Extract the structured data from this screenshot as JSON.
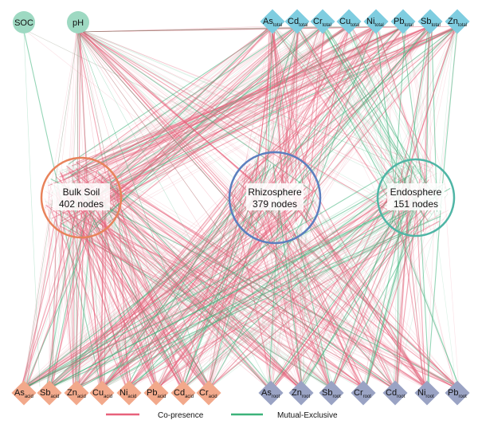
{
  "colors": {
    "co_presence": "#e8627c",
    "mutual_exclusive": "#3cb37a",
    "bulk_soil": "#e8825a",
    "rhizosphere": "#5b7fbf",
    "endosphere": "#4fb5a5",
    "top_circle": "#9ed9c2",
    "total_diamond": "#7fcde0",
    "acid_diamond": "#f2a98b",
    "root_diamond": "#9aa3c4"
  },
  "circle_nodes": [
    {
      "label": "SOC"
    },
    {
      "label": "pH"
    }
  ],
  "total_nodes": [
    {
      "el": "As",
      "sub": "total"
    },
    {
      "el": "Cd",
      "sub": "total"
    },
    {
      "el": "Cr",
      "sub": "total"
    },
    {
      "el": "Cu",
      "sub": "total"
    },
    {
      "el": "Ni",
      "sub": "total"
    },
    {
      "el": "Pb",
      "sub": "total"
    },
    {
      "el": "Sb",
      "sub": "total"
    },
    {
      "el": "Zn",
      "sub": "total"
    }
  ],
  "acid_nodes": [
    {
      "el": "As",
      "sub": "acid"
    },
    {
      "el": "Sb",
      "sub": "acid"
    },
    {
      "el": "Zn",
      "sub": "acid"
    },
    {
      "el": "Cu",
      "sub": "acid"
    },
    {
      "el": "Ni",
      "sub": "acid"
    },
    {
      "el": "Pb",
      "sub": "acid"
    },
    {
      "el": "Cd",
      "sub": "acid"
    },
    {
      "el": "Cr",
      "sub": "acid"
    }
  ],
  "root_nodes": [
    {
      "el": "As",
      "sub": "root"
    },
    {
      "el": "Zn",
      "sub": "root"
    },
    {
      "el": "Sb",
      "sub": "root"
    },
    {
      "el": "Cr",
      "sub": "root"
    },
    {
      "el": "Cd",
      "sub": "root"
    },
    {
      "el": "Ni",
      "sub": "root"
    },
    {
      "el": "Pb",
      "sub": "root"
    }
  ],
  "communities": [
    {
      "name": "Bulk Soil",
      "nodes": "402 nodes"
    },
    {
      "name": "Rhizosphere",
      "nodes": "379 nodes"
    },
    {
      "name": "Endosphere",
      "nodes": "151 nodes"
    }
  ],
  "legend": {
    "co_presence": "Co-presence",
    "mutual_exclusive": "Mutual-Exclusive"
  }
}
